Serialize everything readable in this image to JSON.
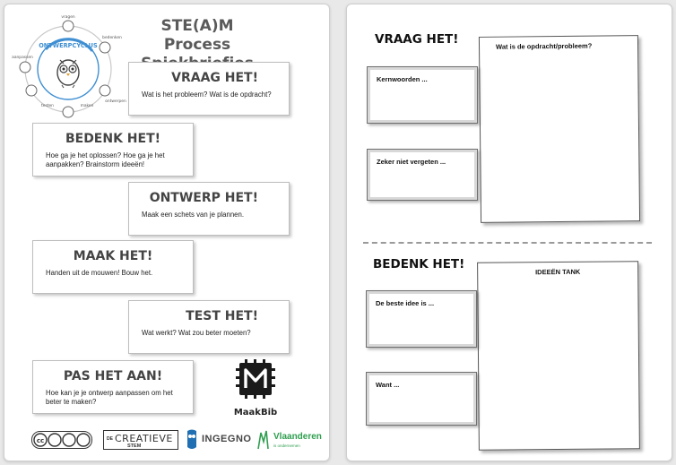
{
  "left_page": {
    "title_line1": "STE(A)M Process",
    "title_line2": "Spiekbriefjes",
    "cycle": {
      "center_label": "ONTWERPCYCLUS",
      "step_labels": [
        "vragen",
        "bedenken",
        "ontwerpen",
        "maken",
        "testen",
        "aanpassen"
      ]
    },
    "cards": [
      {
        "title": "VRAAG HET!",
        "desc": "Wat is het probleem?  Wat is de opdracht?"
      },
      {
        "title": "BEDENK HET!",
        "desc": "Hoe ga je het oplossen? Hoe ga je het aanpakken?  Brainstorm ideeën!"
      },
      {
        "title": "ONTWERP HET!",
        "desc": "Maak een schets van je plannen."
      },
      {
        "title": "MAAK HET!",
        "desc": "Handen uit de mouwen!  Bouw het."
      },
      {
        "title": "TEST HET!",
        "desc": "Wat werkt? Wat zou beter moeten?"
      },
      {
        "title": "PAS HET AAN!",
        "desc": "Hoe kan je je ontwerp aanpassen om het beter te maken?"
      }
    ],
    "logos": {
      "creatieve_a": "DE",
      "creatieve_b": "CREATIEVE",
      "creatieve_c": "STEM",
      "ingegno": "INGEGNO",
      "vlaanderen": "Vlaanderen",
      "vlaanderen_sub": "is ondernemen",
      "maakbib": "MaakBib"
    }
  },
  "right_page": {
    "vraag": {
      "title": "VRAAG HET!",
      "sheet_label": "Wat is de opdracht/probleem?",
      "boxes": [
        "Kernwoorden ...",
        "Zeker niet vergeten ..."
      ]
    },
    "bedenk": {
      "title": "BEDENK HET!",
      "sheet_label": "IDEEËN TANK",
      "boxes": [
        "De beste idee is ...",
        "Want ..."
      ]
    }
  },
  "colors": {
    "title_gray": "#5a5a5a",
    "cycle_blue": "#3f8fd2",
    "vlaanderen_green": "#2e9e4f",
    "ingegno_blue": "#1f6fb2"
  }
}
